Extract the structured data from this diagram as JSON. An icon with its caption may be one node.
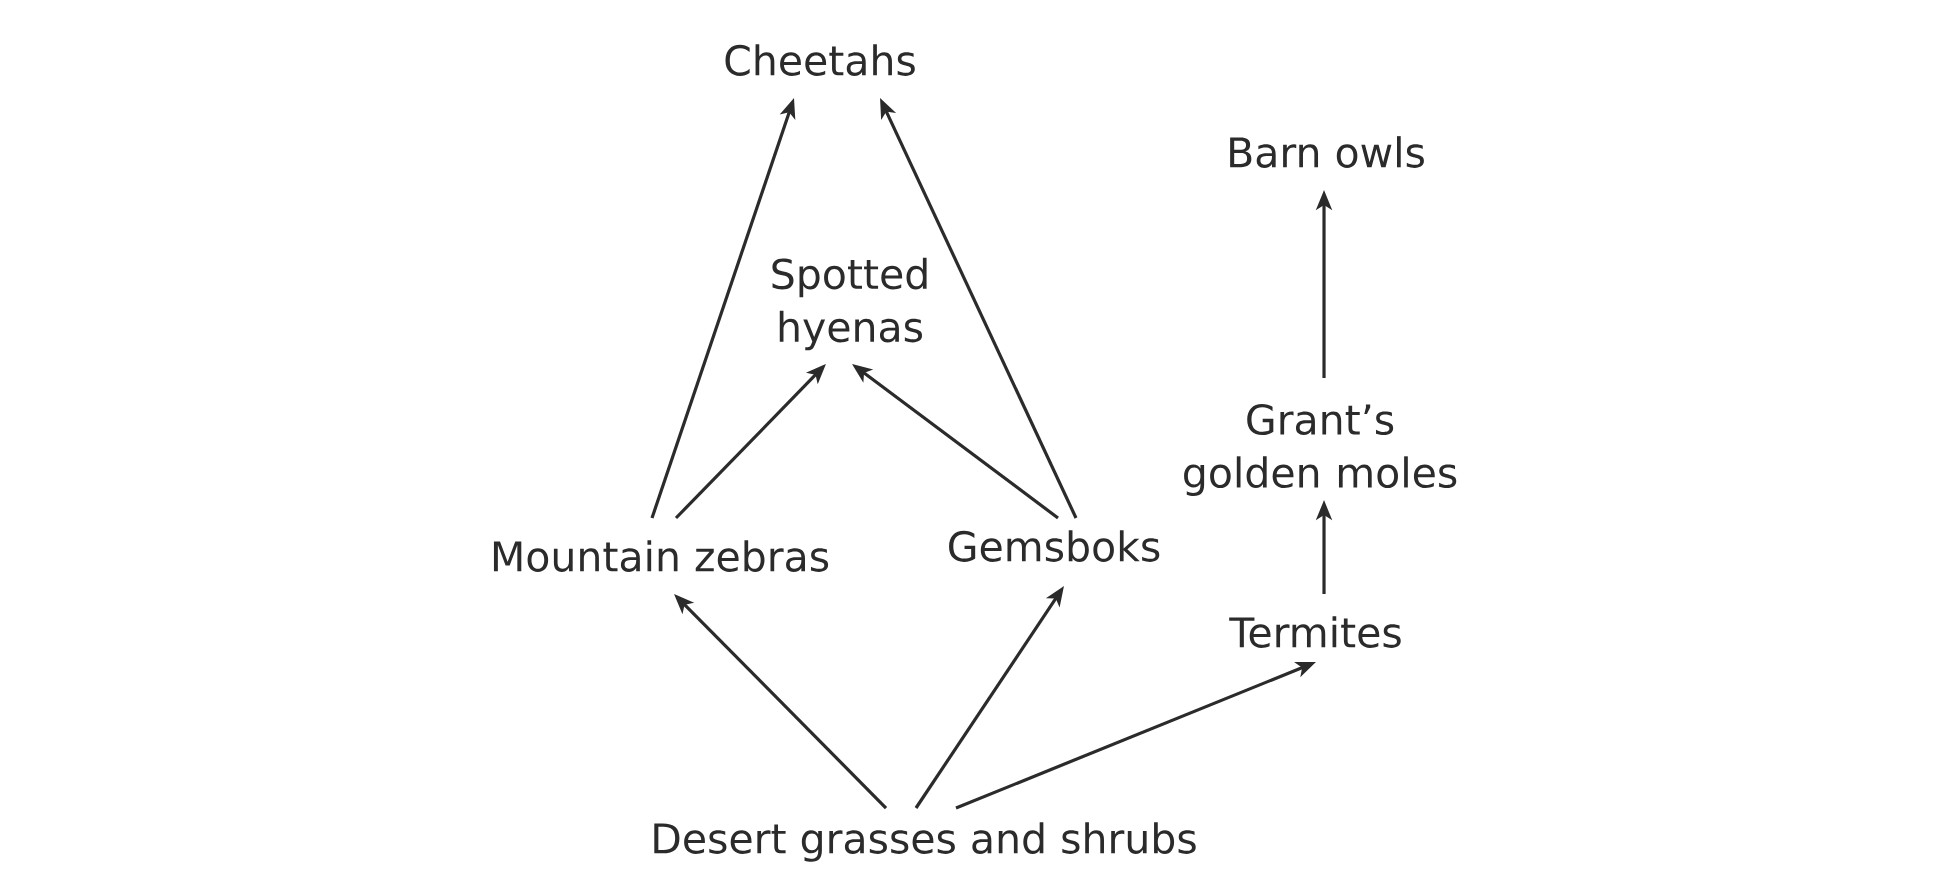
{
  "diagram": {
    "nodes": [
      {
        "text": [
          "Cheetahs"
        ]
      },
      {
        "text": [
          "Barn owls"
        ]
      },
      {
        "text": [
          "Spotted hyenas"
        ]
      },
      {
        "text": [
          "Grant’s golden moles"
        ]
      },
      {
        "text": [
          "Mountain zebras"
        ]
      },
      {
        "text": [
          "Gemsboks"
        ]
      },
      {
        "text": [
          "Termites"
        ]
      },
      {
        "text": [
          "Desert grasses and shrubs"
        ]
      }
    ],
    "edges": [
      {
        "from": 4,
        "to": 0,
        "arrow": "to"
      },
      {
        "from": 4,
        "to": 2,
        "arrow": "to"
      },
      {
        "from": 5,
        "to": 2,
        "arrow": "to"
      },
      {
        "from": 5,
        "to": 0,
        "arrow": "to"
      },
      {
        "from": 3,
        "to": 1,
        "arrow": "to"
      },
      {
        "from": 6,
        "to": 3,
        "arrow": "to"
      },
      {
        "from": 7,
        "to": 4,
        "arrow": "to"
      },
      {
        "from": 7,
        "to": 5,
        "arrow": "to"
      },
      {
        "from": 7,
        "to": 6,
        "arrow": "to"
      }
    ]
  }
}
